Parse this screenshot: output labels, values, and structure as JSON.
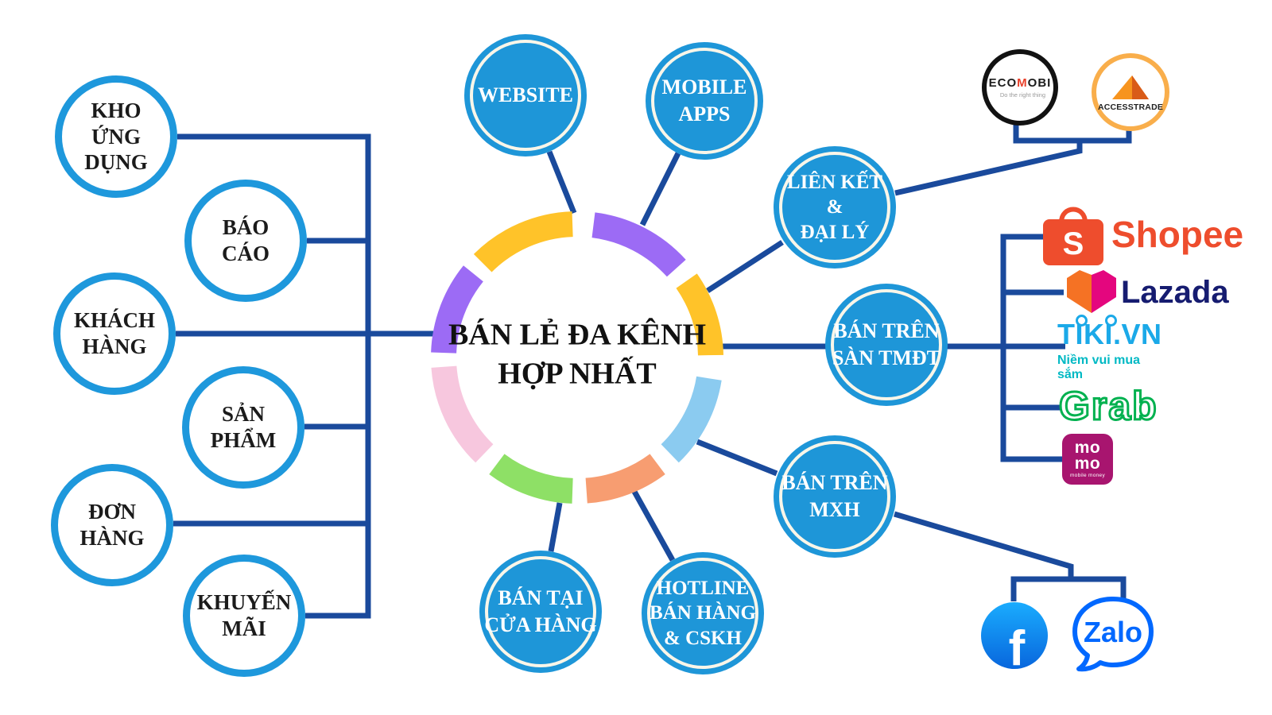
{
  "center": {
    "lines": [
      "BÁN LẺ ĐA KÊNH",
      "HỢP NHẤT"
    ]
  },
  "modules": [
    {
      "id": "kho-ung-dung",
      "lines": [
        "KHO",
        "ỨNG",
        "DỤNG"
      ]
    },
    {
      "id": "bao-cao",
      "lines": [
        "BÁO",
        "CÁO"
      ]
    },
    {
      "id": "khach-hang",
      "lines": [
        "KHÁCH",
        "HÀNG"
      ]
    },
    {
      "id": "san-pham",
      "lines": [
        "SẢN",
        "PHẨM"
      ]
    },
    {
      "id": "don-hang",
      "lines": [
        "ĐƠN",
        "HÀNG"
      ]
    },
    {
      "id": "khuyen-mai",
      "lines": [
        "KHUYẾN",
        "MÃI"
      ]
    }
  ],
  "channels": [
    {
      "id": "website",
      "lines": [
        "WEBSITE"
      ]
    },
    {
      "id": "mobile-apps",
      "lines": [
        "MOBILE",
        "APPS"
      ]
    },
    {
      "id": "lien-ket-dai-ly",
      "lines": [
        "LIÊN KẾT",
        "&",
        "ĐẠI LÝ"
      ]
    },
    {
      "id": "san-tmdt",
      "lines": [
        "BÁN TRÊN",
        "SÀN TMĐT"
      ]
    },
    {
      "id": "mxh",
      "lines": [
        "BÁN TRÊN",
        "MXH"
      ]
    },
    {
      "id": "hotline",
      "lines": [
        "HOTLINE",
        "BÁN HÀNG",
        "& CSKH"
      ]
    },
    {
      "id": "cua-hang",
      "lines": [
        "BÁN TẠI",
        "CỬA HÀNG"
      ]
    }
  ],
  "partners": {
    "ecomobi": {
      "prefix": "ECO",
      "mid": "M",
      "suffix": "OBI",
      "tagline": "Do the right thing"
    },
    "accesstrade": {
      "name": "ACCESSTRADE"
    },
    "shopee": {
      "initial": "S",
      "name": "Shopee"
    },
    "lazada": {
      "name": "Lazada"
    },
    "tiki": {
      "name": "TIKI.VN",
      "tagline": "Niềm vui mua sắm"
    },
    "grab": {
      "name": "Grab"
    },
    "momo": {
      "line1": "mo",
      "line2": "mo",
      "tagline": "mobile money"
    },
    "facebook": {
      "initial": "f"
    },
    "zalo": {
      "name": "Zalo"
    }
  },
  "colors": {
    "node_blue": "#1E96D8",
    "node_inner_ring": "#FAF6E9",
    "connector_blue": "#1A4A9C",
    "ring_yellow": "#FFC329",
    "ring_purple": "#9C6BF5",
    "ring_light_blue": "#8BCBF0",
    "ring_orange": "#F79D71",
    "ring_green": "#8EE066",
    "ring_pink": "#F7C7DE",
    "shopee_orange": "#EE4D2D",
    "lazada_navy": "#161C70",
    "tiki_blue": "#1BA9E8",
    "tiki_teal": "#00B9C4",
    "grab_green": "#00B14F",
    "momo_magenta": "#A8156F",
    "facebook_blue": "#1877F2",
    "zalo_blue": "#0168FF",
    "ecomobi_red": "#E8402A",
    "accesstrade_orange": "#F7941E"
  }
}
